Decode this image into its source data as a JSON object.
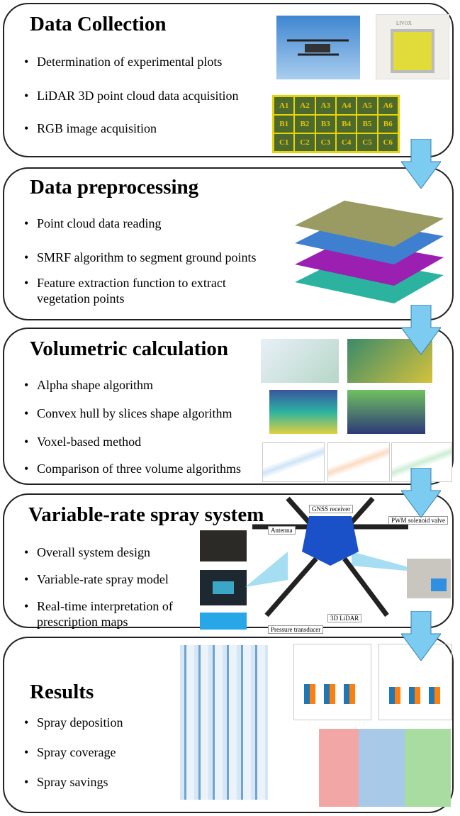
{
  "sections": [
    {
      "title": "Data Collection",
      "bullets": [
        "Determination of experimental plots",
        "LiDAR 3D point cloud data acquisition",
        "RGB image acquisition"
      ]
    },
    {
      "title": "Data preprocessing",
      "bullets": [
        "Point cloud data reading",
        "SMRF algorithm to segment ground points",
        "Feature extraction function to extract vegetation points"
      ]
    },
    {
      "title": "Volumetric calculation",
      "bullets": [
        "Alpha shape algorithm",
        "Convex hull by slices shape algorithm",
        "Voxel-based method",
        "Comparison of three volume algorithms"
      ]
    },
    {
      "title": "Variable-rate spray system",
      "bullets": [
        "Overall system design",
        "Variable-rate spray model",
        "Real-time interpretation of prescription maps"
      ]
    },
    {
      "title": "Results",
      "bullets": [
        "Spray deposition",
        "Spray coverage",
        "Spray savings"
      ]
    }
  ],
  "plots": [
    "A1",
    "A2",
    "A3",
    "A4",
    "A5",
    "A6",
    "B1",
    "B2",
    "B3",
    "B4",
    "B5",
    "B6",
    "C1",
    "C2",
    "C3",
    "C4",
    "C5",
    "C6"
  ],
  "lidar_brand": "LIVOX",
  "drone_labels": {
    "gnss": "GNSS receiver",
    "antenna": "Antenna",
    "pwm": "PWM solenoid valve",
    "lidar": "3D LiDAR",
    "pressure": "Pressure transducer"
  },
  "colors": {
    "arrow": "#7ccbf0",
    "border": "#222222"
  }
}
